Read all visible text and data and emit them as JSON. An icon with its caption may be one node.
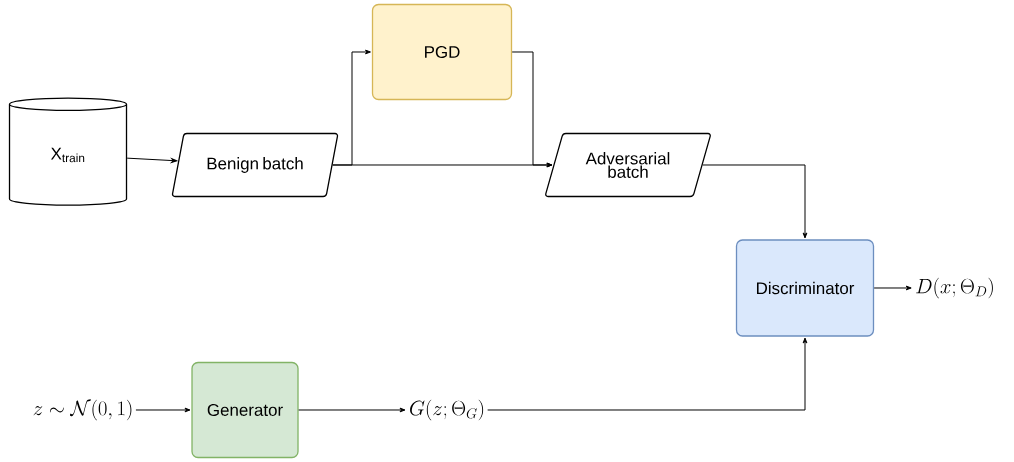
{
  "diagram": {
    "nodes": [
      {
        "text": [
          "X$_{train}$"
        ]
      },
      {
        "text": [
          "Benign batch"
        ]
      },
      {
        "text": [
          "PGD"
        ]
      },
      {
        "text": [
          "Adversarial batch"
        ]
      },
      {
        "text": [
          "Discriminator"
        ]
      },
      {
        "text": [
          "D(x;\\Theta_D)"
        ]
      },
      {
        "text": [
          "z \\sim \\mathcal{N}(0,1)"
        ]
      },
      {
        "text": [
          "Generator"
        ]
      },
      {
        "text": [
          "G(z;\\Theta_G)"
        ]
      }
    ],
    "edges": [
      {
        "from": 0,
        "to": 1,
        "arrow": "to"
      },
      {
        "from": 1,
        "to": 2,
        "arrow": "to"
      },
      {
        "from": 1,
        "to": 3,
        "arrow": "to"
      },
      {
        "from": 2,
        "to": 3,
        "arrow": "to"
      },
      {
        "from": 3,
        "to": 4,
        "arrow": "to"
      },
      {
        "from": 4,
        "to": 5,
        "arrow": "to"
      },
      {
        "from": 6,
        "to": 7,
        "arrow": "to"
      },
      {
        "from": 7,
        "to": 8,
        "arrow": "to"
      },
      {
        "from": 8,
        "to": 4,
        "arrow": "to"
      }
    ]
  }
}
